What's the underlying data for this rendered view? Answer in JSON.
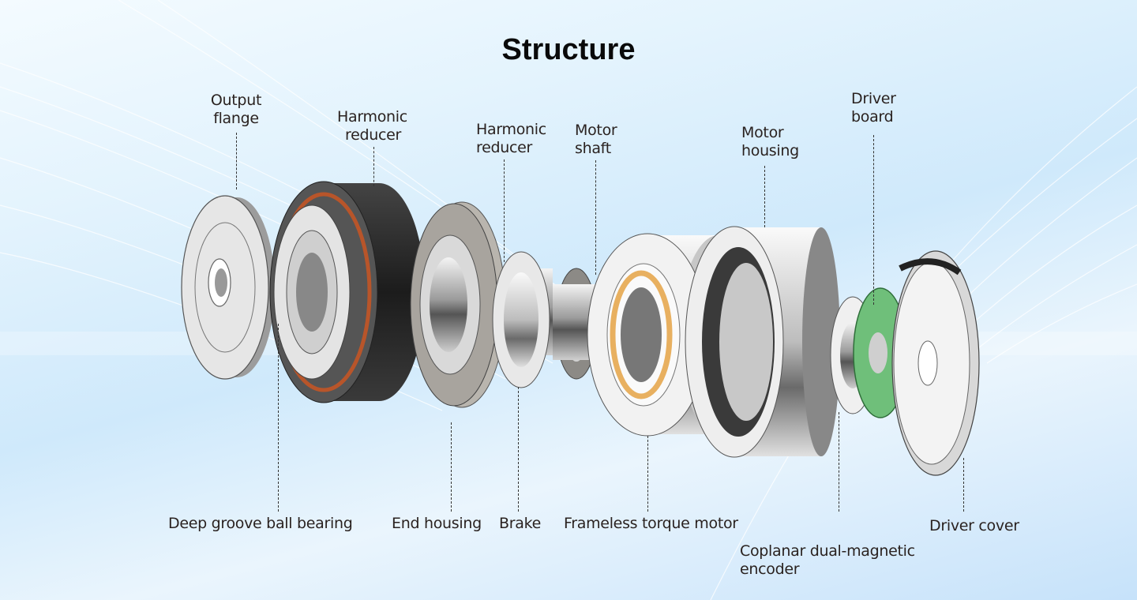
{
  "title": "Structure",
  "labels_top": [
    {
      "id": "output-flange",
      "lines": [
        "Output",
        "flange"
      ]
    },
    {
      "id": "harmonic-reducer-1",
      "lines": [
        "Harmonic",
        "reducer"
      ]
    },
    {
      "id": "harmonic-reducer-2",
      "lines": [
        "Harmonic",
        "reducer"
      ]
    },
    {
      "id": "motor-shaft",
      "lines": [
        "Motor",
        "shaft"
      ]
    },
    {
      "id": "motor-housing",
      "lines": [
        "Motor",
        "housing"
      ]
    },
    {
      "id": "driver-board",
      "lines": [
        "Driver",
        "board"
      ]
    }
  ],
  "labels_bottom": [
    {
      "id": "deep-groove-ball-bearing",
      "lines": [
        "Deep groove ball bearing"
      ]
    },
    {
      "id": "end-housing",
      "lines": [
        "End housing"
      ]
    },
    {
      "id": "brake",
      "lines": [
        "Brake"
      ]
    },
    {
      "id": "frameless-torque-motor",
      "lines": [
        "Frameless torque motor"
      ]
    },
    {
      "id": "coplanar-dual-magnetic-encoder",
      "lines": [
        "Coplanar dual-magnetic",
        "encoder"
      ]
    },
    {
      "id": "driver-cover",
      "lines": [
        "Driver cover"
      ]
    }
  ],
  "colors": {
    "pcb_green": "#6fbf7a",
    "seal_orange": "#b8552a",
    "bearing_gold": "#e8b060",
    "dark_ring": "#2b2b2b",
    "metal": "#d8d8d8"
  }
}
